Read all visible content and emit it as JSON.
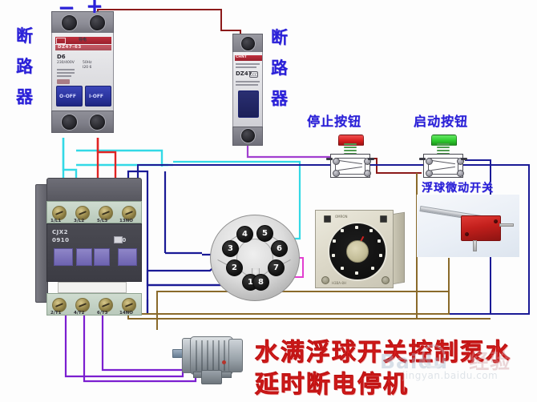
{
  "title": {
    "line1": "水满浮球开关控制泵水",
    "line2": "延时断电停机",
    "color": "#e02020"
  },
  "polarity": {
    "minus": "−",
    "plus": "+"
  },
  "labels": {
    "breaker1": "断\n路\n器",
    "breaker1_chars": [
      "断",
      "路",
      "器"
    ],
    "breaker2_chars": [
      "断",
      "路",
      "器"
    ],
    "stop_button": "停止按钮",
    "start_button": "启动按钮",
    "float_switch": "浮球微动开关",
    "label_color": "#2a20d8"
  },
  "breaker1": {
    "brand": "导电",
    "model": "DZ47-63",
    "curve": "D6",
    "voltage": "230/400V",
    "freq": "50Hz",
    "rating": "I20 6",
    "lever_left": "O-OFF",
    "lever_right": "I-OFF"
  },
  "breaker2": {
    "brand": "CHNT",
    "model": "DZ47",
    "cert": "CCC"
  },
  "contactor": {
    "brand": "CJX2",
    "model": "0910",
    "aux": "10",
    "top_terminals": [
      "1/L1",
      "3/L2",
      "5/L3",
      "13NO"
    ],
    "bottom_terminals": [
      "2/T1",
      "4/T2",
      "6/T3",
      "14NO"
    ]
  },
  "socket": {
    "name": "8-pin-relay-socket",
    "pins": [
      {
        "n": "1"
      },
      {
        "n": "2"
      },
      {
        "n": "3"
      },
      {
        "n": "4"
      },
      {
        "n": "5"
      },
      {
        "n": "6"
      },
      {
        "n": "7"
      },
      {
        "n": "8"
      }
    ]
  },
  "timer": {
    "brand": "OMRON",
    "footer": "H3BA-8H"
  },
  "buttons": {
    "stop_cap_color": "#d81f1f",
    "start_cap_color": "#2ecc2e"
  },
  "wire_colors": {
    "cyan": "#33d9e6",
    "red": "#e02424",
    "dark_red": "#8c1a1a",
    "violet": "#a23fd0",
    "navy": "#1a1a96",
    "magenta": "#e23fd0",
    "brown": "#8a6a2a",
    "purple": "#7b1fd0"
  },
  "watermark": {
    "brand": "Baidu",
    "cn": "经验",
    "url": "jingyan.baidu.com"
  }
}
